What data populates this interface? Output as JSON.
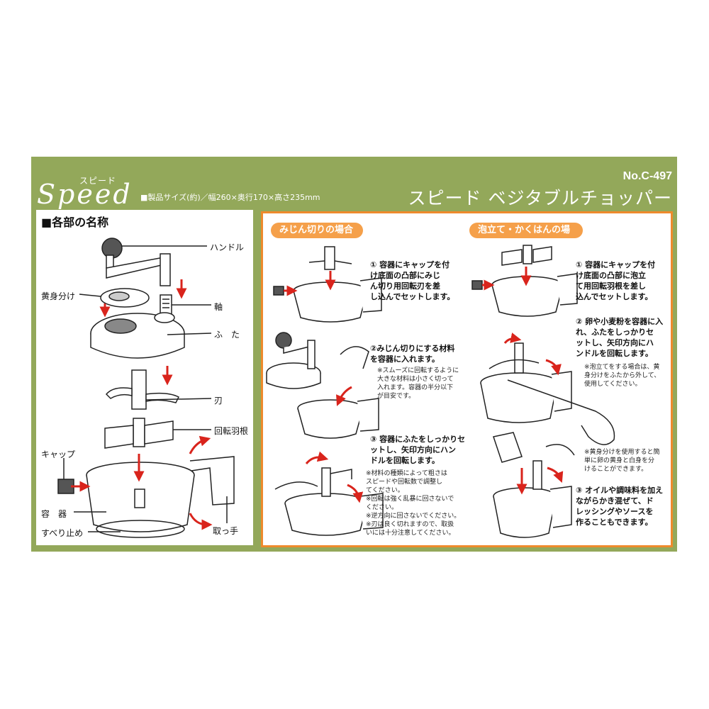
{
  "header": {
    "logo_ruby": "スピード",
    "logo_word": "Speed",
    "spec": "■製品サイズ(約)／幅260×奥行170×高さ235mm",
    "model_no": "No.C-497",
    "product_name": "スピード ベジタブルチョッパー"
  },
  "parts": {
    "title": "■各部の名称",
    "labels": {
      "handle": "ハンドル",
      "yolk_separator": "黄身分け",
      "shaft": "軸",
      "lid": "ふ　た",
      "blade": "刃",
      "rotor": "回転羽根",
      "cap": "キャップ",
      "container": "容　器",
      "non_slip": "すべり止め",
      "grip": "取っ手"
    }
  },
  "mincing": {
    "heading": "みじん切りの場合",
    "step1": "① 容器にキャップを付\nけ底面の凸部にみじ\nん切り用回転刃を差\nし込んでセットします。",
    "step2": "②みじん切りにする材料\nを容器に入れます。",
    "note2": "※スムーズに回転するように\n大きな材料は小さく切って\n入れます。容器の半分以下\nが目安です。",
    "step3": "③ 容器にふたをしっかりセ\nットし、矢印方向にハン\nドルを回転します。",
    "note3": "※材料の種類によって粗さは\nスピードや回転数で調整し\nてください。\n※回転は強く乱暴に回さないで\nください。\n※逆方向に回さないでください。\n※刃は良く切れますので、取扱\nいには十分注意してください。"
  },
  "whisking": {
    "heading": "泡立て・かくはんの場合",
    "step1": "① 容器にキャップを付\nけ底面の凸部に泡立\nて用回転羽根を差し\n込んでセットします。",
    "step2": "② 卵や小麦粉を容器に入\nれ、ふたをしっかりセ\nットし、矢印方向にハ\nンドルを回転します。",
    "note2": "※泡立てをする場合は、黄\n身分けをふたから外して、\n使用してください。",
    "note_yolk": "※黄身分けを使用すると簡\n単に卵の黄身と白身を分\nけることができます。",
    "step3": "③ オイルや調味料を加え\nながらかき混ぜて、ド\nレッシングやソースを\n作ることもできます。"
  },
  "colors": {
    "banner_green": "#93a85a",
    "frame_orange": "#ee8a2c",
    "pill_orange": "#f5a04a",
    "arrow_red": "#d9241c"
  }
}
